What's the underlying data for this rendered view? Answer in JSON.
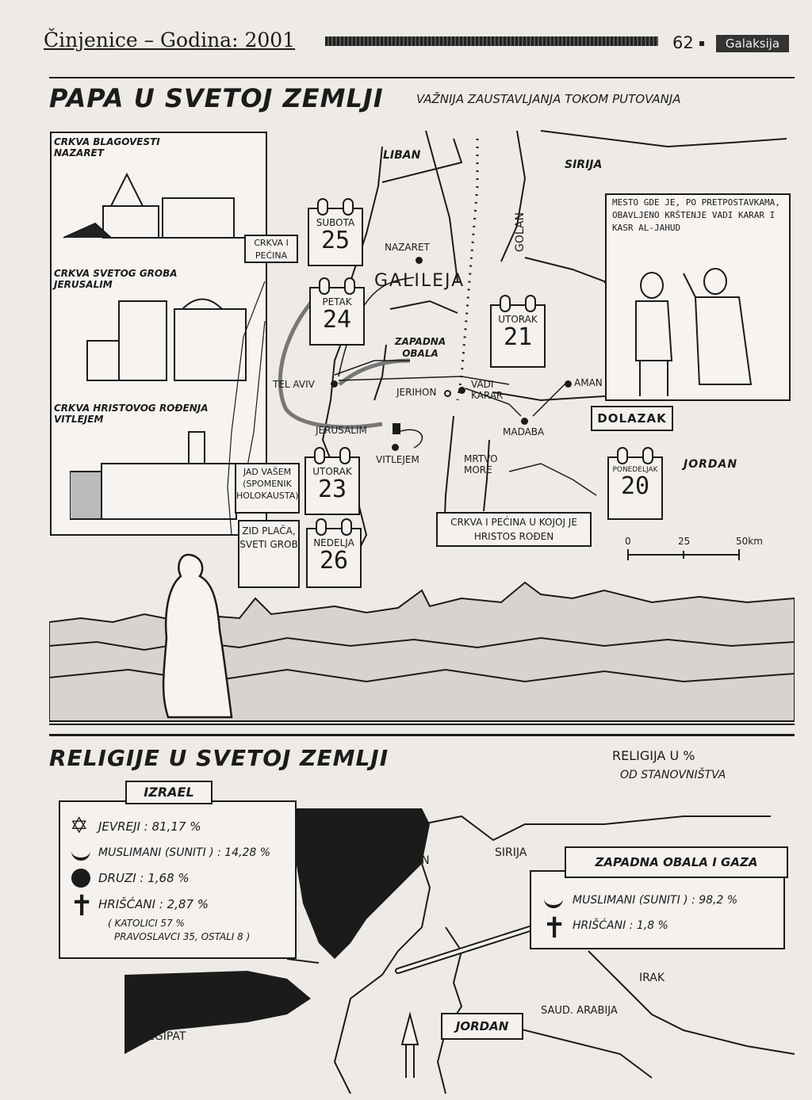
{
  "header": {
    "left": "Činjenice – Godina: 2001",
    "page_number": "62",
    "brand": "Galaksija"
  },
  "part1": {
    "title": "PAPA U SVETOJ ZEMLJI",
    "subtitle": "VAŽNIJA ZAUSTAVLJANJA TOKOM PUTOVANJA",
    "churches": [
      {
        "line1": "CRKVA BLAGOVESTI",
        "line2": "NAZARET"
      },
      {
        "line1": "CRKVA SVETOG GROBA",
        "line2": "JERUSALIM"
      },
      {
        "line1": "CRKVA HRISTOVOG ROĐENJA",
        "line2": "VITLEJEM"
      }
    ],
    "regions": {
      "liban": "LIBAN",
      "sirija": "SIRIJA",
      "golan": "GOLAN",
      "galileja": "GALILEJA",
      "zapadna_obala": "ZAPADNA OBALA",
      "jordan": "JORDAN",
      "mrtvo_more": "MRTVO MORE"
    },
    "places": {
      "nazaret": "NAZARET",
      "tel_aviv": "TEL AVIV",
      "jerihon": "JERIHON",
      "vadi_karar": "VADI KARAR",
      "aman": "AMAN",
      "madaba": "MADABA",
      "jerusalim": "JERUSALIM",
      "vitlejem": "VITLEJEM"
    },
    "callouts": {
      "crkva_pecina": "CRKVA I PEĆINA",
      "jad_vasem": "JAD VAŠEM (SPOMENIK HOLOKAUSTA)",
      "zid_placa": "ZID PLAČA, SVETI GROB",
      "crkva_rodjen": "CRKVA I PEĆINA U KOJOJ JE HRISTOS ROĐEN",
      "baptism": "MESTO GDE JE, PO PRETPOSTAVKAMA, OBAVLJENO KRŠTENJE VADI KARAR I KASR AL-JAHUD",
      "dolazak": "DOLAZAK"
    },
    "calendar": [
      {
        "day": "SUBOTA",
        "num": "25"
      },
      {
        "day": "PETAK",
        "num": "24"
      },
      {
        "day": "UTORAK",
        "num": "21"
      },
      {
        "day": "UTORAK",
        "num": "23"
      },
      {
        "day": "NEDELJA",
        "num": "26"
      },
      {
        "day": "PONEDELJAK",
        "num": "20"
      }
    ],
    "scale": {
      "zero": "0",
      "mid": "25",
      "end": "50km"
    }
  },
  "part2": {
    "title": "RELIGIJE U SVETOJ ZEMLJI",
    "subtitle_line1": "RELIGIJA U %",
    "subtitle_line2": "OD STANOVNIŠTVA",
    "israel": {
      "heading": "IZRAEL",
      "rows": [
        {
          "icon": "star-of-david-icon",
          "text": "JEVREJI : 81,17 %"
        },
        {
          "icon": "crescent-icon",
          "text": "MUSLIMANI (SUNITI ) : 14,28 %"
        },
        {
          "icon": "circle-icon",
          "text": "DRUZI : 1,68 %"
        },
        {
          "icon": "cross-icon",
          "text": "HRIŠĆANI : 2,87 %"
        }
      ],
      "note_line1": "( KATOLICI 57 %",
      "note_line2": "PRAVOSLAVCI 35, OSTALI 8 )"
    },
    "westbank": {
      "heading": "ZAPADNA OBALA I GAZA",
      "rows": [
        {
          "icon": "crescent-icon",
          "text": "MUSLIMANI (SUNITI ) : 98,2 %"
        },
        {
          "icon": "cross-icon",
          "text": "HRIŠĆANI : 1,8 %"
        }
      ]
    },
    "map_labels": {
      "liban": "LIBAN",
      "sirija": "SIRIJA",
      "irak": "IRAK",
      "saud": "SAUD. ARABIJA",
      "jordan": "JORDAN",
      "egipat": "EGIPAT"
    }
  }
}
